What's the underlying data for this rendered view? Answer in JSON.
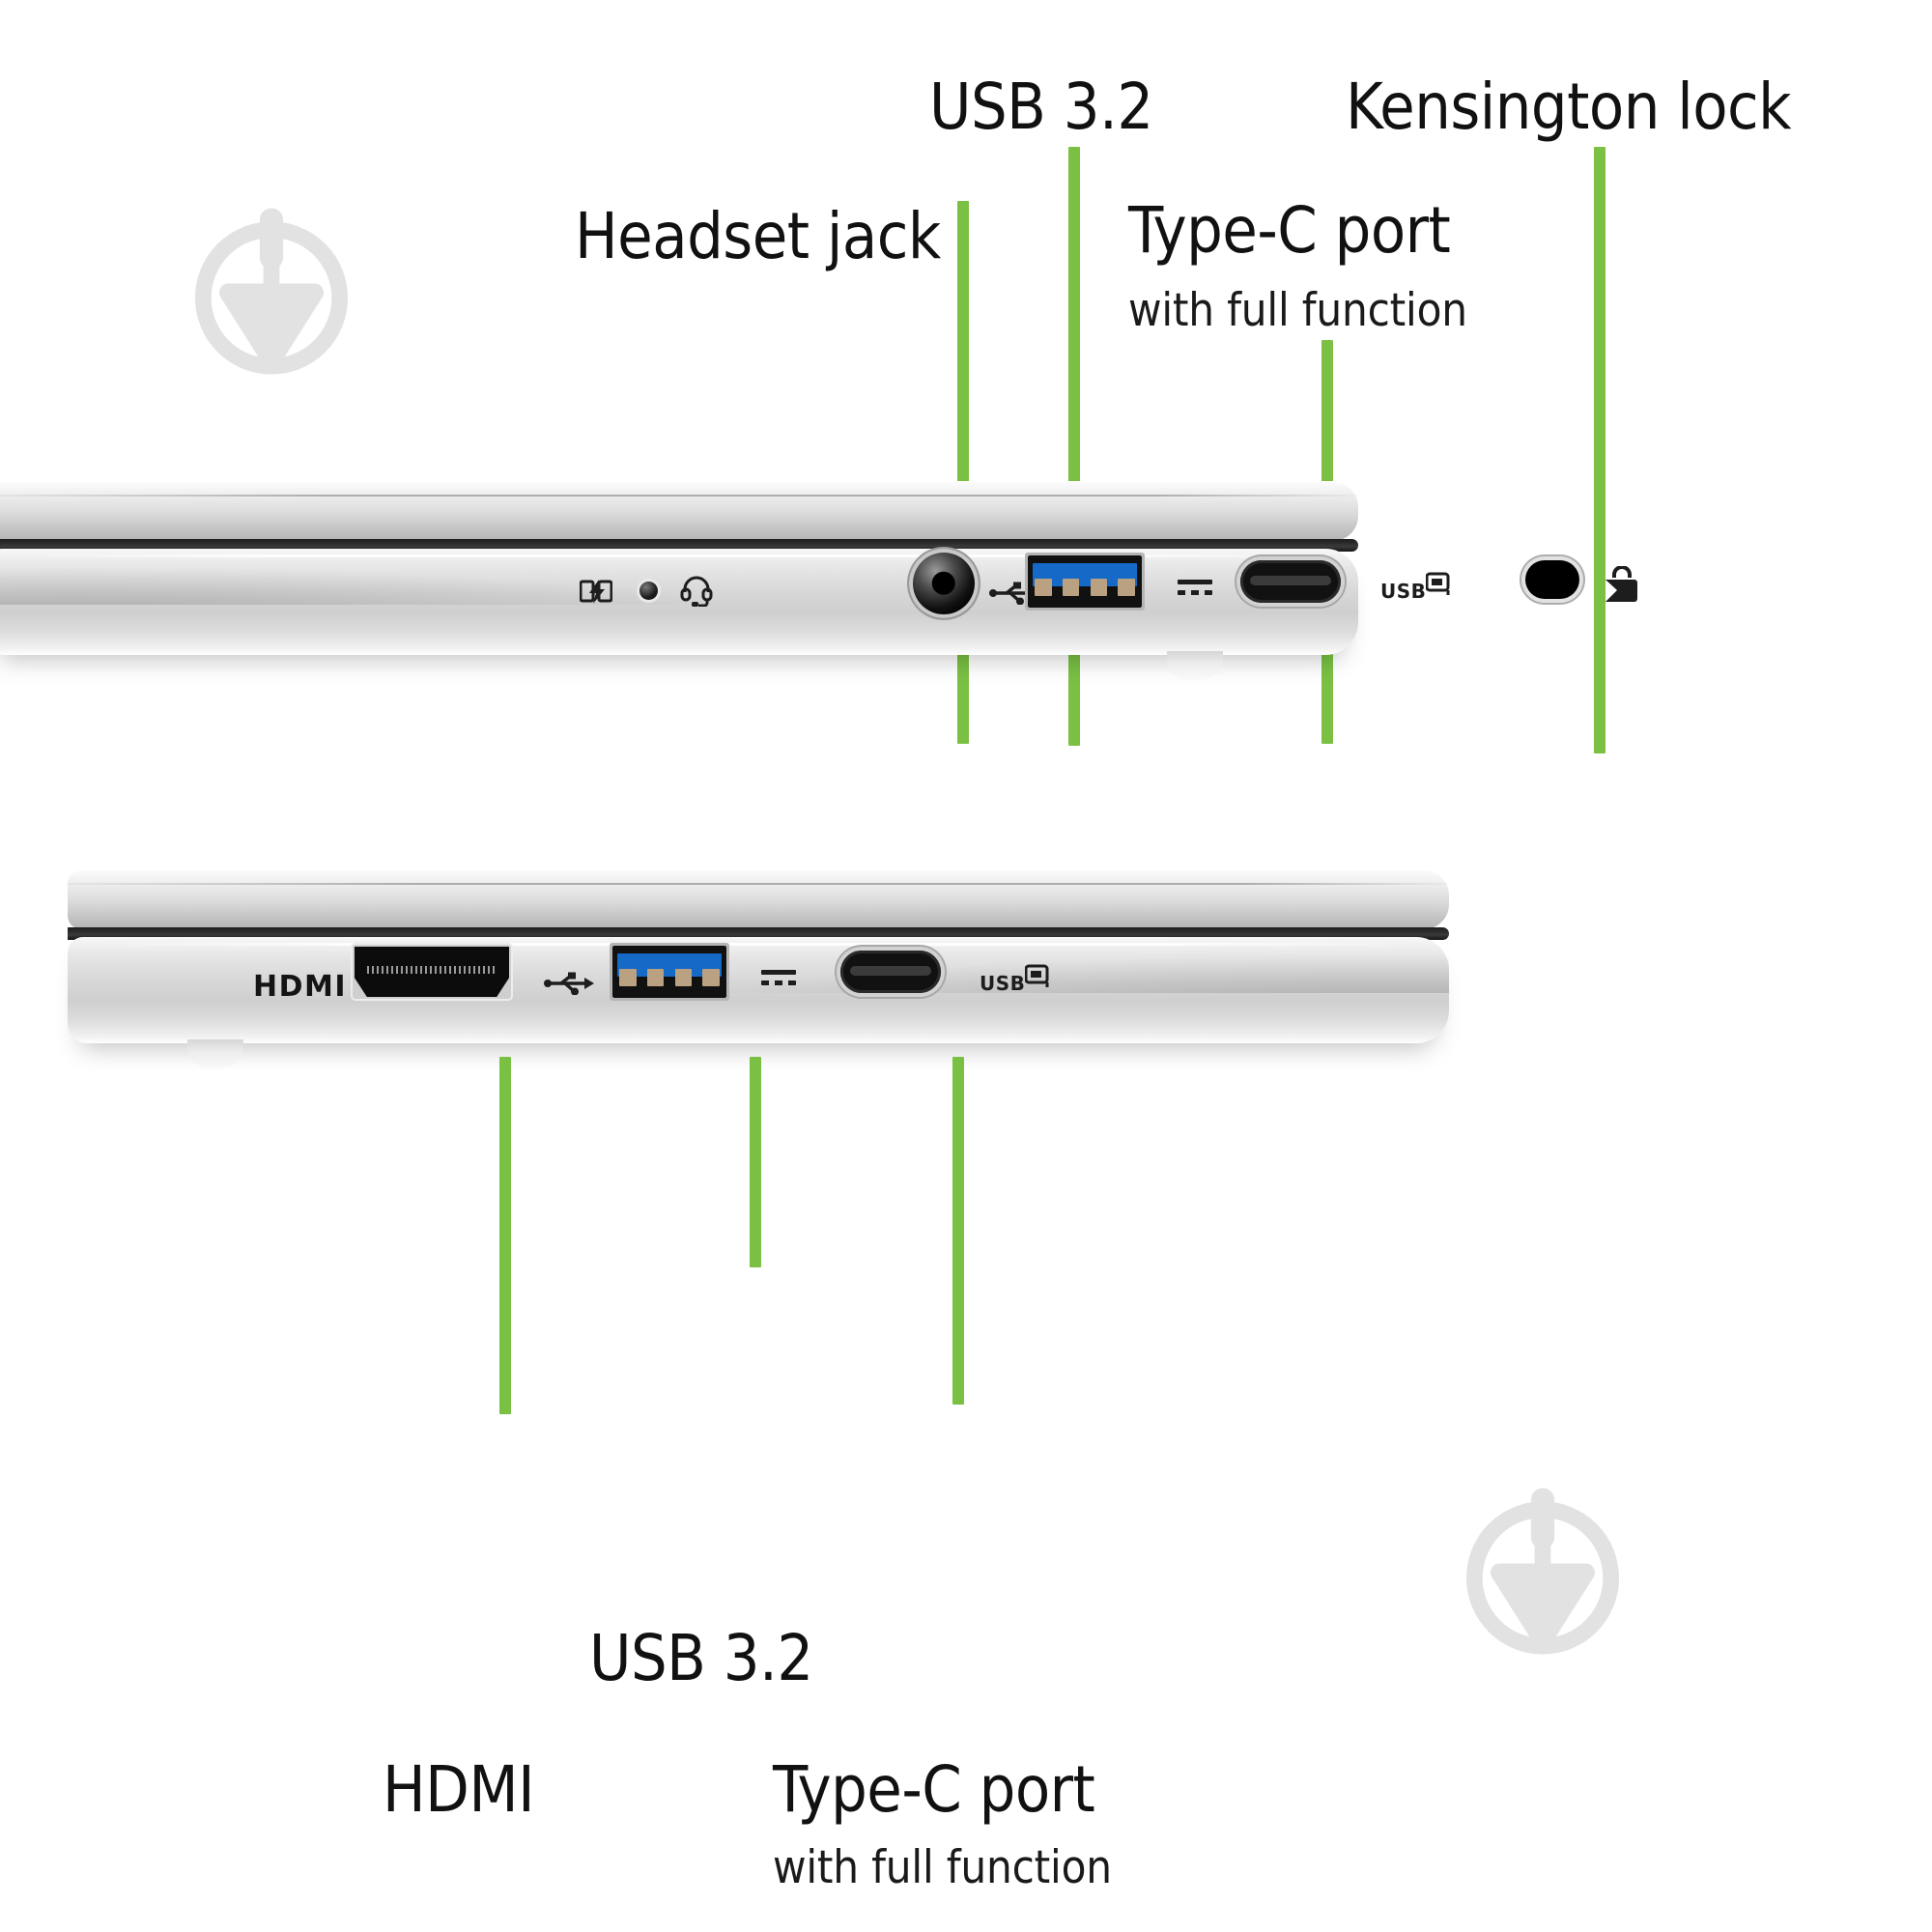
{
  "diagram": {
    "title": "Laptop port layout diagram",
    "accent_color": "#7ac143",
    "usb3_port_color": "#1569c7",
    "watermark_color": "#e2e2e2",
    "watermark_icon": "trowel-in-circle-watermark"
  },
  "top_view": {
    "name": "right-side-view",
    "callouts": [
      {
        "id": "headset-jack",
        "label": "Headset jack",
        "sublabel": ""
      },
      {
        "id": "usb-32",
        "label": "USB 3.2",
        "sublabel": ""
      },
      {
        "id": "type-c-port",
        "label": "Type-C port",
        "sublabel": "with full function"
      },
      {
        "id": "kensington-lock",
        "label": "Kensington lock",
        "sublabel": ""
      }
    ],
    "markings": [
      {
        "id": "charging-indicator",
        "icon": "battery-charging-icon"
      },
      {
        "id": "power-led",
        "icon": "led-dot-icon"
      },
      {
        "id": "headset-marking",
        "icon": "headset-icon"
      },
      {
        "id": "usb-trident",
        "icon": "usb-trident-icon"
      },
      {
        "id": "dc-in-marking",
        "icon": "dc-in-icon"
      },
      {
        "id": "usb-c-marking",
        "text": "USB"
      },
      {
        "id": "kensington-marking",
        "icon": "kensington-lock-icon"
      }
    ]
  },
  "bottom_view": {
    "name": "left-side-view",
    "callouts": [
      {
        "id": "hdmi",
        "label": "HDMI",
        "sublabel": ""
      },
      {
        "id": "usb-32",
        "label": "USB 3.2",
        "sublabel": ""
      },
      {
        "id": "type-c-port",
        "label": "Type-C port",
        "sublabel": "with full function"
      }
    ],
    "markings": [
      {
        "id": "hdmi-marking",
        "text": "HDMI"
      },
      {
        "id": "usb-trident",
        "icon": "usb-trident-icon"
      },
      {
        "id": "dc-in-marking",
        "icon": "dc-in-icon"
      },
      {
        "id": "usb-c-marking",
        "text": "USB"
      }
    ]
  }
}
